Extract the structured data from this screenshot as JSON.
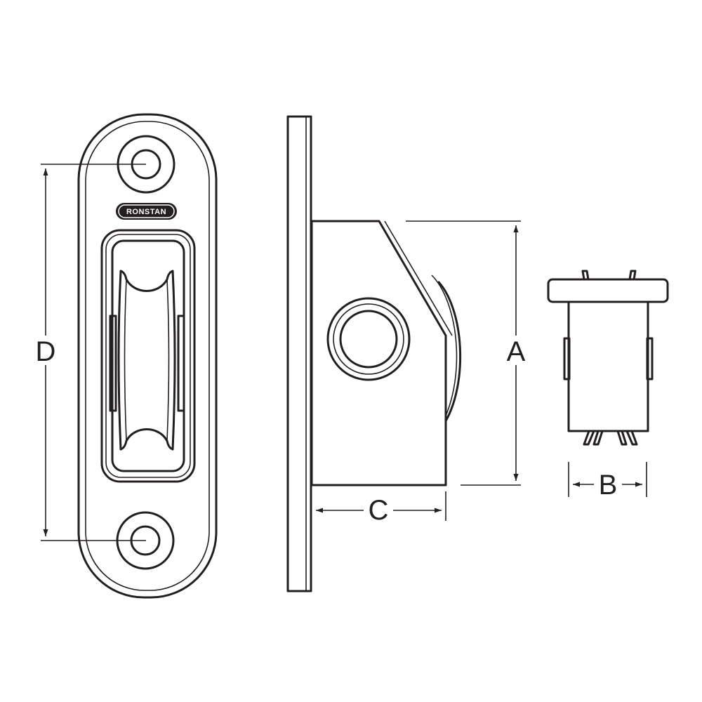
{
  "diagram": {
    "brand_logo": "RONSTAN",
    "dimension_labels": {
      "a": "A",
      "b": "B",
      "c": "C",
      "d": "D"
    },
    "line_color": "#231f20",
    "background_color": "#ffffff"
  }
}
